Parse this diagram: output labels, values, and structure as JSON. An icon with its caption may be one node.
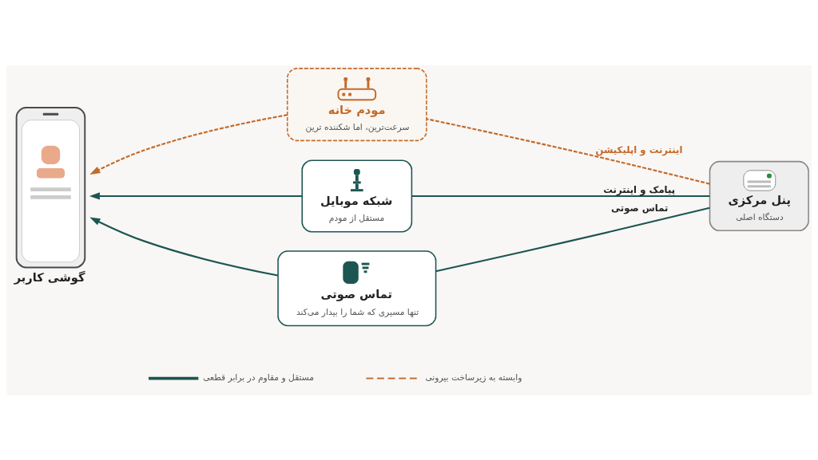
{
  "diagram": {
    "nodes": [
      {
        "text": [
          "گوشی کاربر"
        ]
      },
      {
        "text": [
          "مودم خانه",
          "سرعت‌ترین، اما شکننده ترین"
        ]
      },
      {
        "text": [
          "شبکه موبایل",
          "مستقل از مودم"
        ]
      },
      {
        "text": [
          "تماس صوتی",
          "تنها مسیری که شما را بیدار می‌کند"
        ]
      },
      {
        "text": [
          "پنل مرکزی",
          "دستگاه اصلی"
        ]
      }
    ],
    "edges": [
      {
        "from": 4,
        "to": 1,
        "arrow": "none",
        "label": "اینترنت و اپلیکیشن",
        "style": "dashed",
        "color": "#c46a2a"
      },
      {
        "from": 1,
        "to": 0,
        "arrow": "to",
        "style": "dashed",
        "color": "#c46a2a"
      },
      {
        "from": 4,
        "to": 2,
        "arrow": "none",
        "label": "پیامک و اینترنت"
      },
      {
        "from": 2,
        "to": 0,
        "arrow": "to"
      },
      {
        "from": 4,
        "to": 3,
        "arrow": "none",
        "label": "تماس صوتی"
      },
      {
        "from": 3,
        "to": 0,
        "arrow": "to"
      }
    ],
    "legend": [
      {
        "text": "وابسته به زیرساخت بیرونی"
      },
      {
        "text": "مستقل و مقاوم در برابر قطعی"
      }
    ]
  }
}
